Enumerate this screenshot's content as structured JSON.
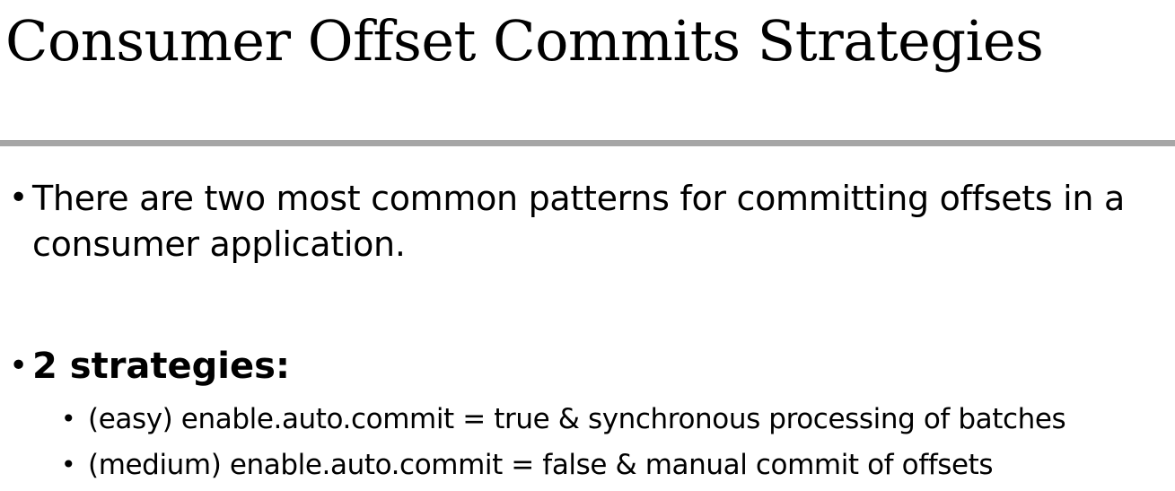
{
  "slide": {
    "title": "Consumer Offset Commits Strategies",
    "bullets": [
      {
        "marker": "•",
        "text": "There are two most common patterns for committing offsets in a consumer application."
      },
      {
        "marker": "•",
        "text": "2 strategies:",
        "sub_items": [
          {
            "marker": "•",
            "text": "(easy) enable.auto.commit = true & synchronous processing of batches"
          },
          {
            "marker": "•",
            "text": "(medium) enable.auto.commit = false & manual commit of offsets"
          }
        ]
      }
    ]
  },
  "colors": {
    "text": "#000000",
    "divider": "#a6a6a6",
    "background": "#ffffff"
  }
}
